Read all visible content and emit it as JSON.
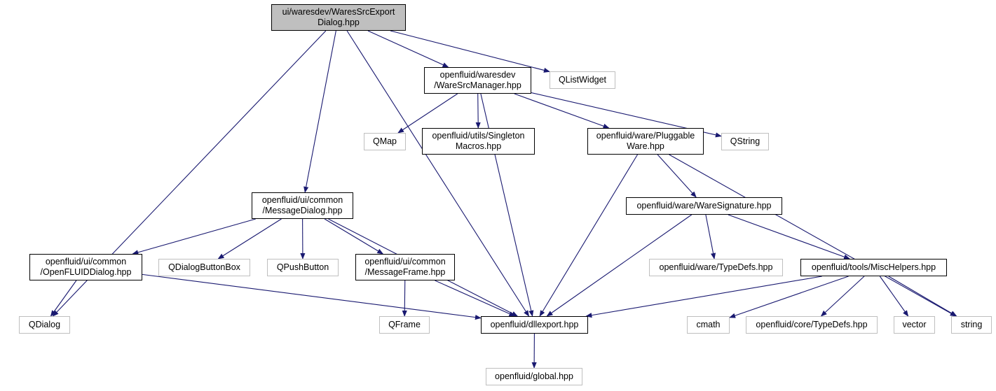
{
  "graph": {
    "title": "ui/waresdev/WaresSrcExportDialog.hpp",
    "nodes": {
      "root": {
        "lines": [
          "ui/waresdev/WaresSrcExport",
          "Dialog.hpp"
        ],
        "kind": "root"
      },
      "qdialog": {
        "lines": [
          "QDialog"
        ],
        "kind": "external"
      },
      "msgdlg": {
        "lines": [
          "openfluid/ui/common",
          "/MessageDialog.hpp"
        ],
        "kind": "file"
      },
      "dllexport": {
        "lines": [
          "openfluid/dllexport.hpp"
        ],
        "kind": "file"
      },
      "wsm": {
        "lines": [
          "openfluid/waresdev",
          "/WareSrcManager.hpp"
        ],
        "kind": "file"
      },
      "qlist": {
        "lines": [
          "QListWidget"
        ],
        "kind": "external"
      },
      "qmap": {
        "lines": [
          "QMap"
        ],
        "kind": "external"
      },
      "singleton": {
        "lines": [
          "openfluid/utils/Singleton",
          "Macros.hpp"
        ],
        "kind": "file"
      },
      "pluggable": {
        "lines": [
          "openfluid/ware/Pluggable",
          "Ware.hpp"
        ],
        "kind": "file"
      },
      "qstring": {
        "lines": [
          "QString"
        ],
        "kind": "external"
      },
      "waresig": {
        "lines": [
          "openfluid/ware/WareSignature.hpp"
        ],
        "kind": "file"
      },
      "ofdialog": {
        "lines": [
          "openfluid/ui/common",
          "/OpenFLUIDDialog.hpp"
        ],
        "kind": "file"
      },
      "qdbb": {
        "lines": [
          "QDialogButtonBox"
        ],
        "kind": "external"
      },
      "qpush": {
        "lines": [
          "QPushButton"
        ],
        "kind": "external"
      },
      "msgframe": {
        "lines": [
          "openfluid/ui/common",
          "/MessageFrame.hpp"
        ],
        "kind": "file"
      },
      "waretypedefs": {
        "lines": [
          "openfluid/ware/TypeDefs.hpp"
        ],
        "kind": "external"
      },
      "mischelpers": {
        "lines": [
          "openfluid/tools/MiscHelpers.hpp"
        ],
        "kind": "file"
      },
      "qframe": {
        "lines": [
          "QFrame"
        ],
        "kind": "external"
      },
      "cmath": {
        "lines": [
          "cmath"
        ],
        "kind": "external"
      },
      "coretypedefs": {
        "lines": [
          "openfluid/core/TypeDefs.hpp"
        ],
        "kind": "external"
      },
      "vector": {
        "lines": [
          "vector"
        ],
        "kind": "external"
      },
      "string": {
        "lines": [
          "string"
        ],
        "kind": "external"
      },
      "global": {
        "lines": [
          "openfluid/global.hpp"
        ],
        "kind": "external"
      }
    },
    "edges": [
      [
        "root",
        "qdialog"
      ],
      [
        "root",
        "msgdlg"
      ],
      [
        "root",
        "dllexport"
      ],
      [
        "root",
        "wsm"
      ],
      [
        "root",
        "qlist"
      ],
      [
        "msgdlg",
        "ofdialog"
      ],
      [
        "msgdlg",
        "qdbb"
      ],
      [
        "msgdlg",
        "qpush"
      ],
      [
        "msgdlg",
        "msgframe"
      ],
      [
        "msgdlg",
        "dllexport"
      ],
      [
        "ofdialog",
        "qdialog"
      ],
      [
        "ofdialog",
        "dllexport"
      ],
      [
        "msgframe",
        "qframe"
      ],
      [
        "msgframe",
        "dllexport"
      ],
      [
        "dllexport",
        "global"
      ],
      [
        "wsm",
        "qmap"
      ],
      [
        "wsm",
        "singleton"
      ],
      [
        "wsm",
        "pluggable"
      ],
      [
        "wsm",
        "qstring"
      ],
      [
        "wsm",
        "dllexport"
      ],
      [
        "pluggable",
        "waresig"
      ],
      [
        "pluggable",
        "dllexport"
      ],
      [
        "pluggable",
        "string"
      ],
      [
        "waresig",
        "waretypedefs"
      ],
      [
        "waresig",
        "mischelpers"
      ],
      [
        "waresig",
        "dllexport"
      ],
      [
        "mischelpers",
        "dllexport"
      ],
      [
        "mischelpers",
        "cmath"
      ],
      [
        "mischelpers",
        "coretypedefs"
      ],
      [
        "mischelpers",
        "vector"
      ],
      [
        "mischelpers",
        "string"
      ]
    ],
    "colors": {
      "edge": "#191970",
      "file_border": "#000000",
      "external_border": "#bfbfbf",
      "root_fill": "#bfbfbf"
    }
  }
}
